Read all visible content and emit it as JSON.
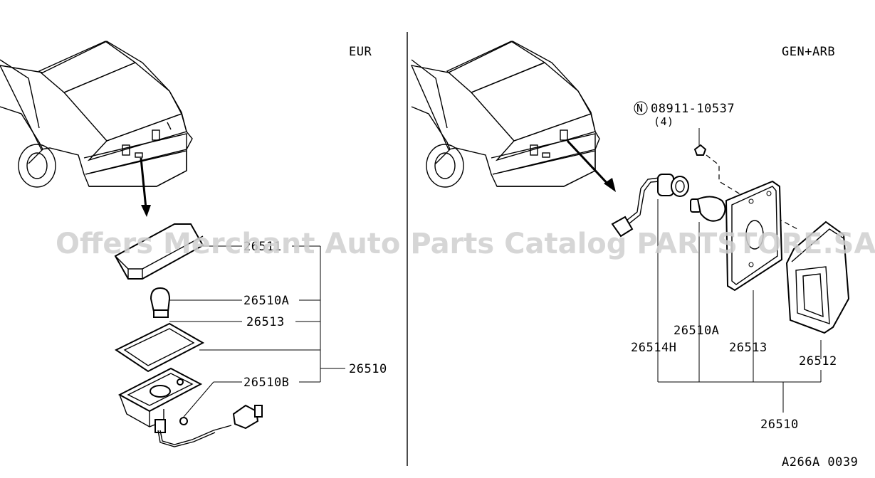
{
  "regions": {
    "left_label": "EUR",
    "right_label": "GEN+ARB"
  },
  "left_parts": {
    "lens_partial": "26511",
    "bulb": "26510A",
    "gasket": "26513",
    "lamp_assembly": "26510",
    "harness": "26510B"
  },
  "right_parts": {
    "nut_symbol": "N",
    "nut_part": "08911-10537",
    "nut_qty": "(4)",
    "bulb": "26510A",
    "socket": "26514H",
    "gasket": "26513",
    "lens": "26512",
    "lamp_assembly": "26510"
  },
  "diagram_code": "A266A 0039",
  "watermark": "Offers Merchant Auto Parts Catalog PARTSTORE.SA"
}
